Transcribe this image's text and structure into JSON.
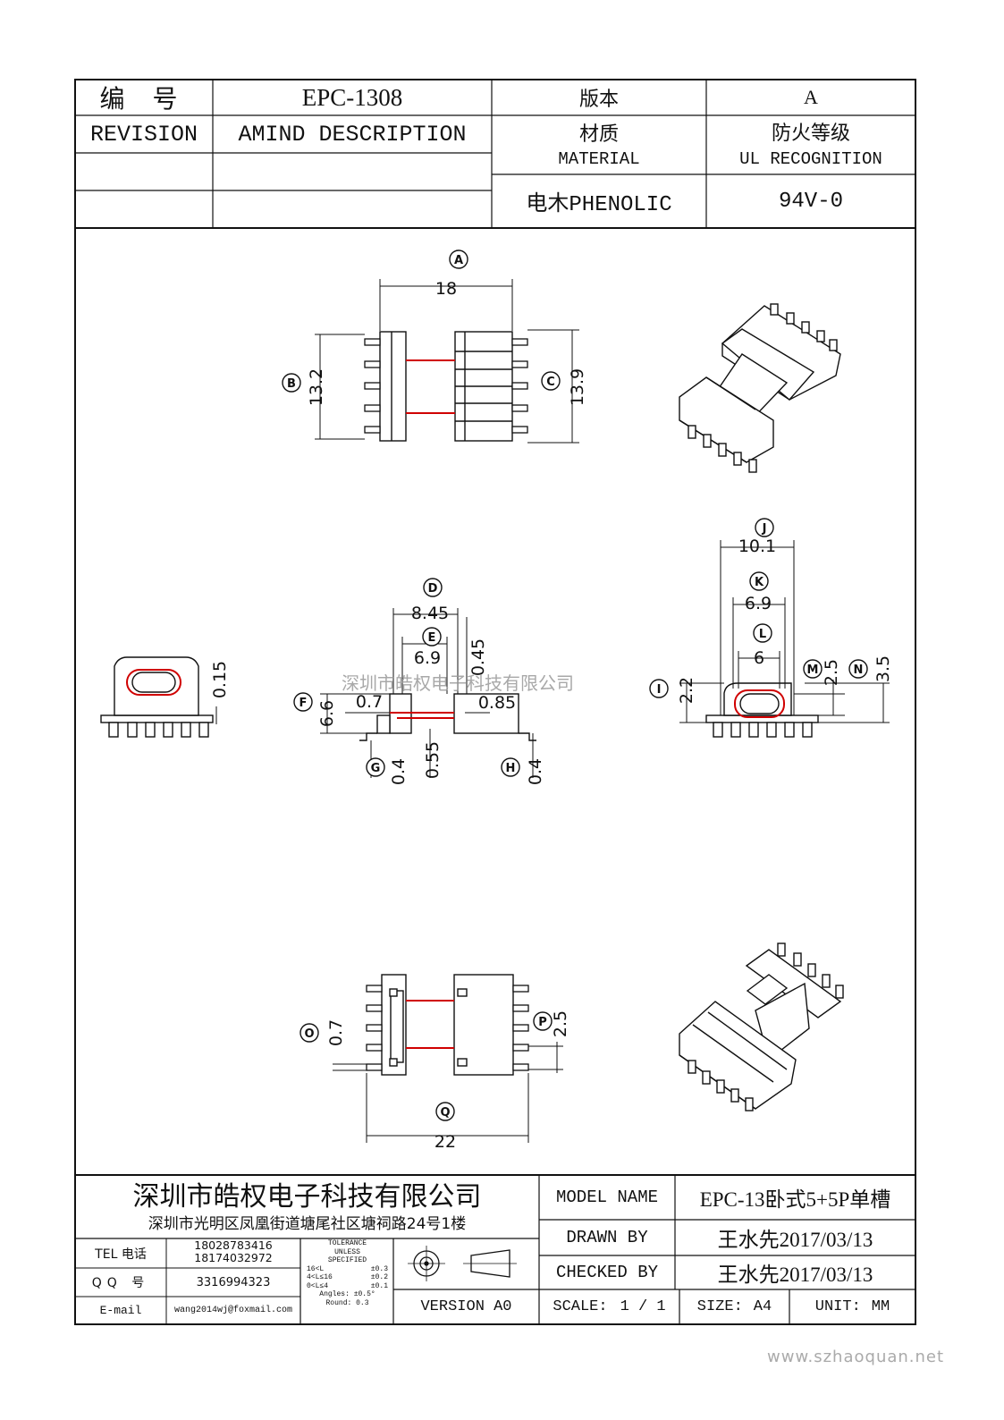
{
  "header": {
    "number_label": "编 号",
    "number_value": "EPC-1308",
    "version_label": "版本",
    "version_value": "A",
    "revision_label": "REVISION",
    "amind_label": "AMIND DESCRIPTION",
    "material_cn": "材质",
    "material_en": "MATERIAL",
    "ul_cn": "防火等级",
    "ul_en": "UL RECOGNITION",
    "material_value": "电木PHENOLIC",
    "ul_value": "94V-0"
  },
  "watermark": "深圳市皓权电子科技有限公司",
  "site_url": "www.szhaoquan.net",
  "dimensions": {
    "A": "18",
    "B": "13.2",
    "C": "13.9",
    "D": "8.45",
    "E": "6.9",
    "E2": "0.45",
    "F": "6.6",
    "F2": "0.7",
    "F3": "0.85",
    "G": "0.4",
    "G2": "0.55",
    "H": "0.4",
    "side": "0.15",
    "J": "10.1",
    "K": "6.9",
    "L": "6",
    "I": "2.2",
    "M": "2.5",
    "N": "3.5",
    "O": "0.7",
    "P": "2.5",
    "Q": "22"
  },
  "callouts": [
    "A",
    "B",
    "C",
    "D",
    "E",
    "F",
    "G",
    "H",
    "I",
    "J",
    "K",
    "L",
    "M",
    "N",
    "O",
    "P",
    "Q"
  ],
  "footer": {
    "company": "深圳市皓权电子科技有限公司",
    "address": "深圳市光明区凤凰街道塘尾社区塘祠路24号1楼",
    "tel_label": "TEL 电话",
    "tel1": "18028783416",
    "tel2": "18174032972",
    "qq_label": "QQ 号",
    "qq": "3316994323",
    "email_label": "E-mail",
    "email": "wang2014wj@foxmail.com",
    "tol_title1": "TOLERANCE",
    "tol_title2": "UNLESS",
    "tol_title3": "SPECIFIED",
    "tol_rows": [
      {
        "range": "16<L",
        "value": "±0.3"
      },
      {
        "range": "4<L≤16",
        "value": "±0.2"
      },
      {
        "range": "0<L≤4",
        "value": "±0.1"
      }
    ],
    "tol_angles": "Angles: ±0.5°",
    "tol_round": "Round: 0.3",
    "version": "VERSION A0",
    "model_label": "MODEL NAME",
    "model_value": "EPC-13卧式5+5P单槽",
    "drawn_label": "DRAWN BY",
    "drawn_value": "王水先2017/03/13",
    "checked_label": "CHECKED BY",
    "checked_value": "王水先2017/03/13",
    "scale_label": "SCALE:",
    "scale_value": "1 / 1",
    "size_label": "SIZE:",
    "size_value": "A4",
    "unit_label": "UNIT:",
    "unit_value": "MM"
  }
}
